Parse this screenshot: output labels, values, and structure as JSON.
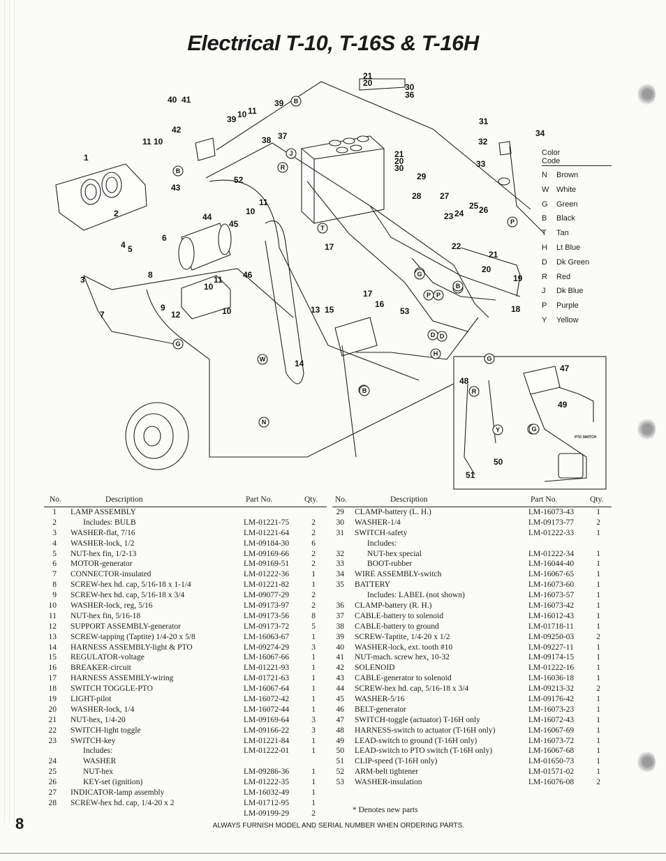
{
  "title": "Electrical T-10, T-16S & T-16H",
  "color_code": {
    "title": "Color",
    "subtitle": "Code",
    "entries": [
      {
        "code": "N",
        "name": "Brown"
      },
      {
        "code": "W",
        "name": "White"
      },
      {
        "code": "G",
        "name": "Green"
      },
      {
        "code": "B",
        "name": "Black"
      },
      {
        "code": "T",
        "name": "Tan"
      },
      {
        "code": "H",
        "name": "Lt Blue"
      },
      {
        "code": "D",
        "name": "Dk Green"
      },
      {
        "code": "R",
        "name": "Red"
      },
      {
        "code": "J",
        "name": "Dk Blue"
      },
      {
        "code": "P",
        "name": "Purple"
      },
      {
        "code": "Y",
        "name": "Yellow"
      }
    ]
  },
  "pto_switch_label": "PTO SWITCH",
  "callouts": [
    "21",
    "20",
    "30",
    "36",
    "40",
    "41",
    "39",
    "10",
    "11",
    "39",
    "38",
    "37",
    "42",
    "11",
    "10",
    "1",
    "2",
    "43",
    "52",
    "44",
    "11",
    "10",
    "45",
    "6",
    "4",
    "5",
    "3",
    "8",
    "10",
    "11",
    "46",
    "9",
    "10",
    "12",
    "7",
    "21",
    "20",
    "30",
    "29",
    "28",
    "27",
    "31",
    "32",
    "33",
    "34",
    "23",
    "24",
    "25",
    "26",
    "22",
    "21",
    "20",
    "19",
    "17",
    "17",
    "16",
    "13",
    "15",
    "53",
    "18",
    "14",
    "47",
    "48",
    "49",
    "50",
    "51"
  ],
  "wire_codes": [
    "B",
    "J",
    "B",
    "R",
    "T",
    "W",
    "G",
    "N",
    "P",
    "P",
    "G",
    "B",
    "G",
    "P",
    "B",
    "D",
    "H",
    "B",
    "R",
    "G",
    "Y",
    "G",
    "G",
    "B",
    "D"
  ],
  "table_headers": {
    "no": "No.",
    "description": "Description",
    "part_no": "Part No.",
    "qty": "Qty."
  },
  "left_rows": [
    {
      "no": "1",
      "desc": "LAMP ASSEMBLY",
      "part": "",
      "qty": ""
    },
    {
      "no": "2",
      "desc": "Includes: BULB",
      "part": "LM-01221-75",
      "qty": "2",
      "indent": true
    },
    {
      "no": "3",
      "desc": "WASHER-flat, 7/16",
      "part": "LM-01221-64",
      "qty": "2"
    },
    {
      "no": "4",
      "desc": "WASHER-lock, 1/2",
      "part": "LM-09184-30",
      "qty": "6"
    },
    {
      "no": "5",
      "desc": "NUT-hex fin, 1/2-13",
      "part": "LM-09169-66",
      "qty": "2"
    },
    {
      "no": "6",
      "desc": "MOTOR-generator",
      "part": "LM-09169-51",
      "qty": "2"
    },
    {
      "no": "7",
      "desc": "CONNECTOR-insulated",
      "part": "LM-01222-36",
      "qty": "1"
    },
    {
      "no": "8",
      "desc": "SCREW-hex hd. cap, 5/16-18 x 1-1/4",
      "part": "LM-01221-82",
      "qty": "1"
    },
    {
      "no": "9",
      "desc": "SCREW-hex hd. cap, 5/16-18 x 3/4",
      "part": "LM-09077-29",
      "qty": "2"
    },
    {
      "no": "10",
      "desc": "WASHER-lock, reg, 5/16",
      "part": "LM-09173-97",
      "qty": "2"
    },
    {
      "no": "11",
      "desc": "NUT-hex fin, 5/16-18",
      "part": "LM-09173-56",
      "qty": "8"
    },
    {
      "no": "12",
      "desc": "SUPPORT ASSEMBLY-generator",
      "part": "LM-09173-72",
      "qty": "5"
    },
    {
      "no": "13",
      "desc": "SCREW-tapping (Taptite) 1/4-20 x 5/8",
      "part": "LM-16063-67",
      "qty": "1"
    },
    {
      "no": "14",
      "desc": "HARNESS ASSEMBLY-light & PTO",
      "part": "LM-09274-29",
      "qty": "3"
    },
    {
      "no": "15",
      "desc": "REGULATOR-voltage",
      "part": "LM-16067-66",
      "qty": "1"
    },
    {
      "no": "16",
      "desc": "BREAKER-circuit",
      "part": "LM-01221-93",
      "qty": "1"
    },
    {
      "no": "17",
      "desc": "HARNESS ASSEMBLY-wiring",
      "part": "LM-01721-63",
      "qty": "1"
    },
    {
      "no": "18",
      "desc": "SWITCH TOGGLE-PTO",
      "part": "LM-16067-64",
      "qty": "1"
    },
    {
      "no": "19",
      "desc": "LIGHT-pilot",
      "part": "LM-16072-42",
      "qty": "1"
    },
    {
      "no": "20",
      "desc": "WASHER-lock, 1/4",
      "part": "LM-16072-44",
      "qty": "1"
    },
    {
      "no": "21",
      "desc": "NUT-hex, 1/4-20",
      "part": "LM-09169-64",
      "qty": "3"
    },
    {
      "no": "22",
      "desc": "SWITCH-light toggle",
      "part": "LM-09166-22",
      "qty": "3"
    },
    {
      "no": "23",
      "desc": "SWITCH-key",
      "part": "LM-01221-84",
      "qty": "1"
    },
    {
      "no": "",
      "desc": "Includes:",
      "part": "LM-01222-01",
      "qty": "1",
      "indent": true
    },
    {
      "no": "24",
      "desc": "WASHER",
      "part": "",
      "qty": "",
      "indent": true
    },
    {
      "no": "25",
      "desc": "NUT-hex",
      "part": "LM-09286-36",
      "qty": "1",
      "indent": true
    },
    {
      "no": "26",
      "desc": "KEY-set (ignition)",
      "part": "LM-01222-35",
      "qty": "1",
      "indent": true
    },
    {
      "no": "27",
      "desc": "INDICATOR-lamp assembly",
      "part": "LM-16032-49",
      "qty": "1"
    },
    {
      "no": "28",
      "desc": "SCREW-hex hd. cap, 1/4-20 x 2",
      "part": "LM-01712-95",
      "qty": "1"
    },
    {
      "no": "",
      "desc": "",
      "part": "LM-09199-29",
      "qty": "2"
    }
  ],
  "right_rows": [
    {
      "no": "29",
      "desc": "CLAMP-battery (L. H.)",
      "part": "LM-16073-43",
      "qty": "1"
    },
    {
      "no": "30",
      "desc": "WASHER-1/4",
      "part": "LM-09173-77",
      "qty": "2"
    },
    {
      "no": "31",
      "desc": "SWITCH-safety",
      "part": "LM-01222-33",
      "qty": "1"
    },
    {
      "no": "",
      "desc": "Includes:",
      "part": "",
      "qty": "",
      "indent": true
    },
    {
      "no": "32",
      "desc": "NUT-hex special",
      "part": "LM-01222-34",
      "qty": "1",
      "indent": true
    },
    {
      "no": "33",
      "desc": "BOOT-rubber",
      "part": "LM-16044-40",
      "qty": "1",
      "indent": true
    },
    {
      "no": "34",
      "desc": "WIRE ASSEMBLY-switch",
      "part": "LM-16067-65",
      "qty": "1"
    },
    {
      "no": "35",
      "desc": "BATTERY",
      "part": "LM-16073-60",
      "qty": "1"
    },
    {
      "no": "",
      "desc": "Includes: LABEL (not shown)",
      "part": "LM-16073-57",
      "qty": "1",
      "indent": true
    },
    {
      "no": "36",
      "desc": "CLAMP-battery (R. H.)",
      "part": "LM-16073-42",
      "qty": "1"
    },
    {
      "no": "37",
      "desc": "CABLE-battery to solenoid",
      "part": "LM-16012-43",
      "qty": "1"
    },
    {
      "no": "38",
      "desc": "CABLE-battery to ground",
      "part": "LM-01718-11",
      "qty": "1"
    },
    {
      "no": "39",
      "desc": "SCREW-Taptite, 1/4-20 x 1/2",
      "part": "LM-09250-03",
      "qty": "2"
    },
    {
      "no": "40",
      "desc": "WASHER-lock, ext. tooth #10",
      "part": "LM-09227-11",
      "qty": "1"
    },
    {
      "no": "41",
      "desc": "NUT-mach. screw hex, 10-32",
      "part": "LM-09174-15",
      "qty": "1"
    },
    {
      "no": "42",
      "desc": "SOLENOID",
      "part": "LM-01222-16",
      "qty": "1"
    },
    {
      "no": "43",
      "desc": "CABLE-generator to solenoid",
      "part": "LM-16036-18",
      "qty": "1"
    },
    {
      "no": "44",
      "desc": "SCREW-hex hd. cap, 5/16-18 x 3/4",
      "part": "LM-09213-32",
      "qty": "2"
    },
    {
      "no": "45",
      "desc": "WASHER-5/16",
      "part": "LM-09176-42",
      "qty": "1"
    },
    {
      "no": "46",
      "desc": "BELT-generator",
      "part": "LM-16073-23",
      "qty": "1"
    },
    {
      "no": "47",
      "desc": "SWITCH-toggle (actuator) T-16H only",
      "part": "LM-16072-43",
      "qty": "1"
    },
    {
      "no": "48",
      "desc": "HARNESS-switch to actuator (T-16H only)",
      "part": "LM-16067-69",
      "qty": "1"
    },
    {
      "no": "49",
      "desc": "LEAD-switch to ground (T-16H only)",
      "part": "LM-16073-72",
      "qty": "1"
    },
    {
      "no": "50",
      "desc": "LEAD-switch to PTO switch (T-16H only)",
      "part": "LM-16067-68",
      "qty": "1"
    },
    {
      "no": "51",
      "desc": "CLIP-speed (T-16H only)",
      "part": "LM-01650-73",
      "qty": "1"
    },
    {
      "no": "52",
      "desc": "ARM-belt tightener",
      "part": "LM-01571-02",
      "qty": "1"
    },
    {
      "no": "53",
      "desc": "WASHER-insulation",
      "part": "LM-16076-08",
      "qty": "2"
    }
  ],
  "note": "* Denotes new parts",
  "page_number": "8",
  "footer": "ALWAYS FURNISH MODEL AND SERIAL NUMBER WHEN ORDERING PARTS."
}
